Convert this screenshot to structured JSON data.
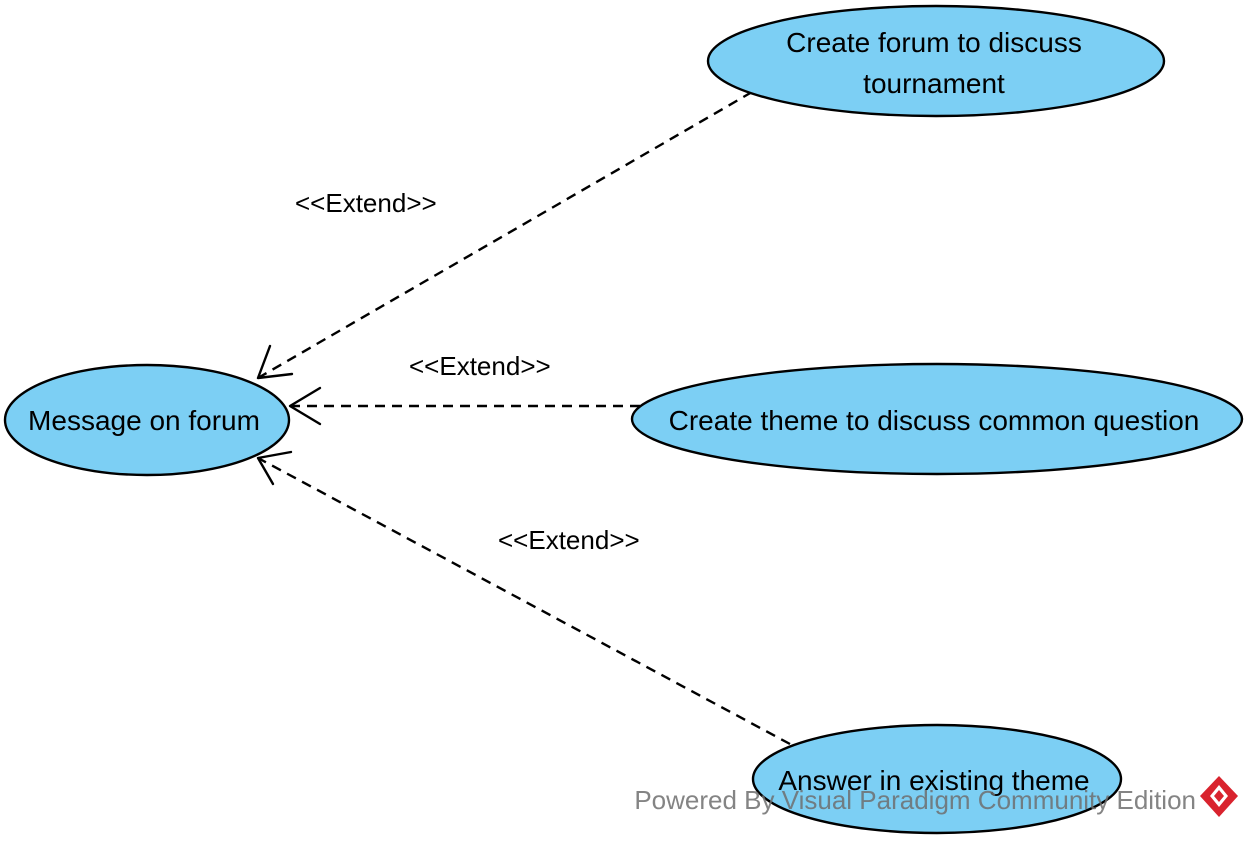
{
  "colors": {
    "usecase_fill": "#7ccff4",
    "outline": "#000000",
    "watermark_text": "#6e6e6e",
    "logo_red": "#d9232e"
  },
  "use_cases": {
    "message_on_forum": "Message on forum",
    "create_forum": [
      "Create forum to discuss",
      "tournament"
    ],
    "create_theme": "Create theme to discuss common question",
    "answer_theme": "Answer in existing theme"
  },
  "relationships": {
    "create_forum_extend": "<<Extend>>",
    "create_theme_extend": "<<Extend>>",
    "answer_theme_extend": "<<Extend>>"
  },
  "watermark": {
    "text": "Powered By Visual Paradigm Community Edition",
    "logo_icon": "visual-paradigm-logo-icon"
  }
}
